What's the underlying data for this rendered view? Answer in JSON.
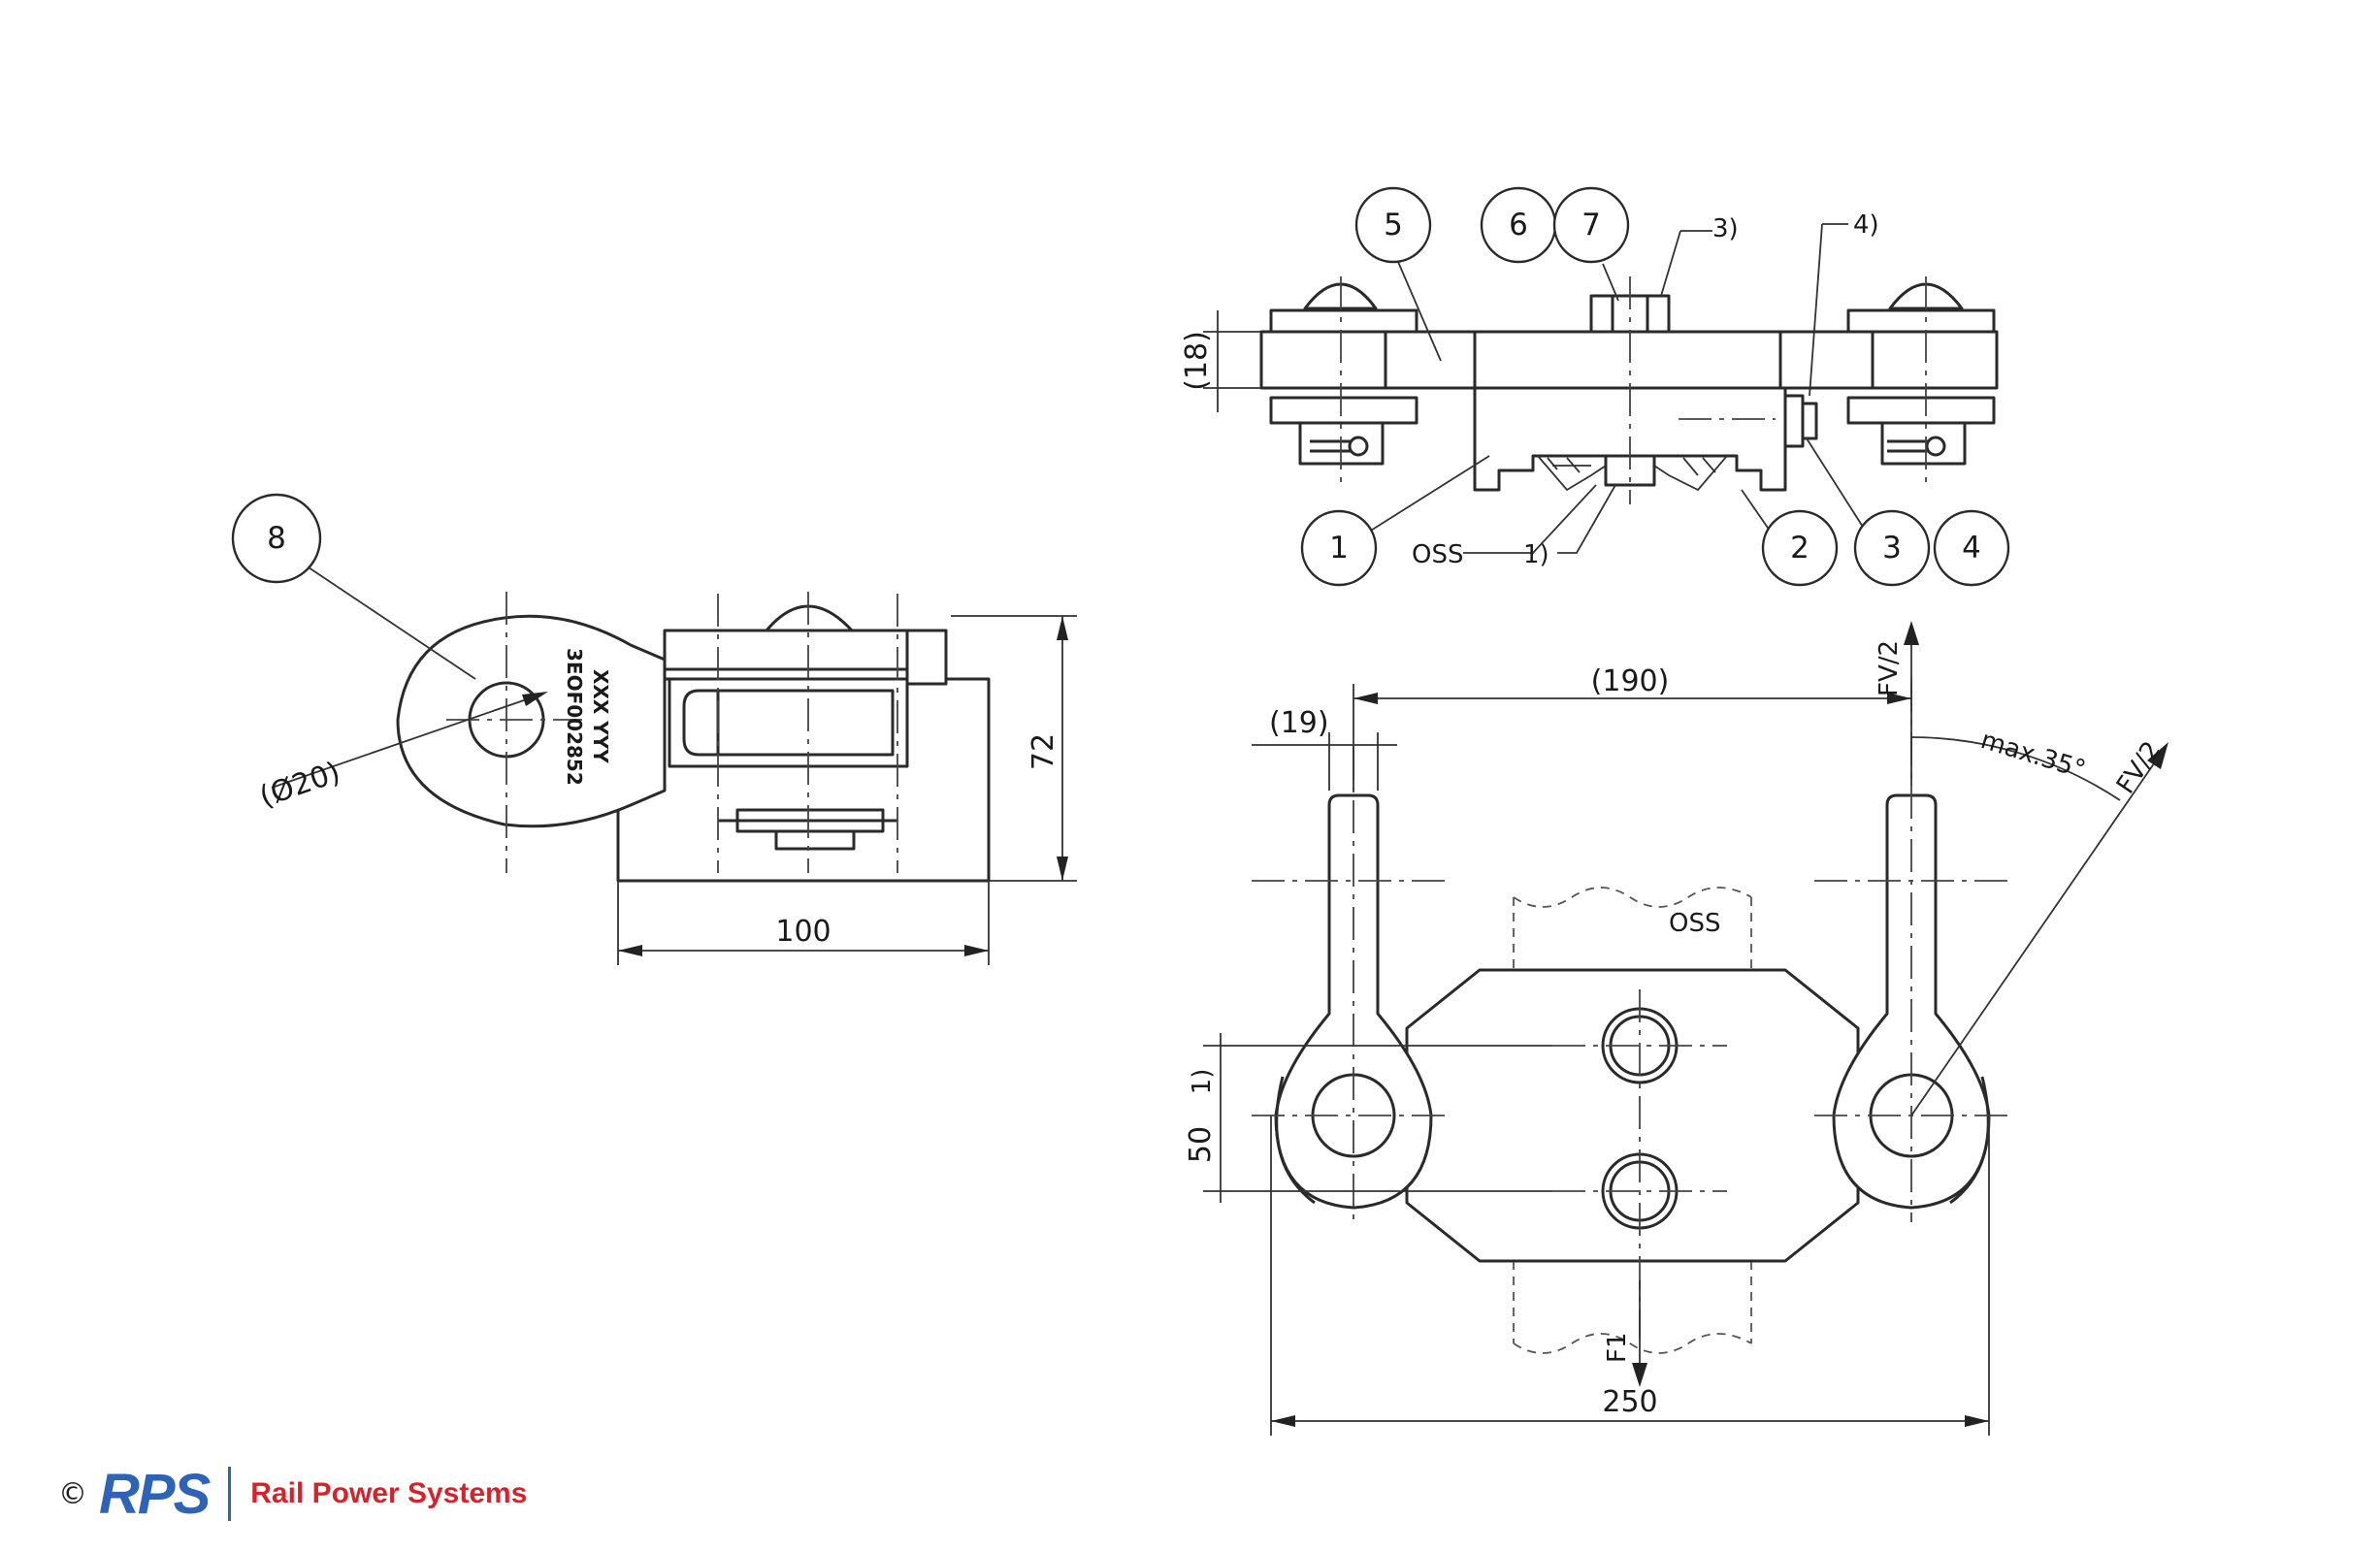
{
  "callouts": {
    "c1": "1",
    "c2": "2",
    "c3": "3",
    "c4": "4",
    "c5": "5",
    "c6": "6",
    "c7": "7",
    "c8": "8"
  },
  "notes": {
    "oss_top": "OSS",
    "oss_plan": "OSS",
    "fn1_top": "1)",
    "fn3": "3)",
    "fn4": "4)",
    "fn1_plan": "1)"
  },
  "dimensions": {
    "d18": "(18)",
    "d190": "(190)",
    "d19": "(19)",
    "d250": "250",
    "d50": "50",
    "d100": "100",
    "d72": "72",
    "d20": "(Ø20)",
    "angle": "max.35°"
  },
  "forces": {
    "fv2_a": "FV/2",
    "fv2_b": "FV/2",
    "f1": "F1"
  },
  "marking": {
    "line1": "XXX YYY",
    "line2": "3EOF002852"
  },
  "footer": {
    "copyright": "©",
    "logo": "RPS",
    "company": "Rail Power Systems"
  },
  "colors": {
    "logo_blue": "#2f63b5",
    "logo_red": "#d4242b",
    "line": "#2a2a2a"
  }
}
